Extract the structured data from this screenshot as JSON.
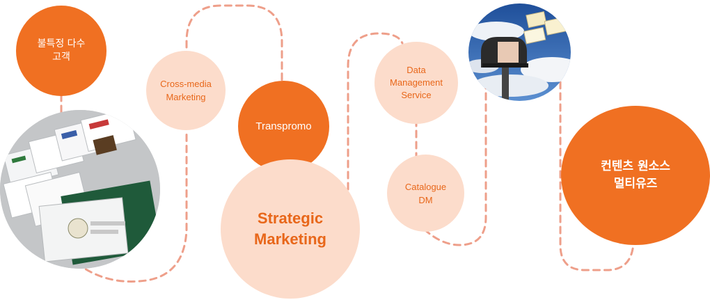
{
  "colors": {
    "accent": "#f07022",
    "light_fill": "#fcdccb",
    "light_text": "#e8671a",
    "dash": "#ee9f8a"
  },
  "nodes": {
    "unspecified": {
      "label": "불특정 다수\n고객"
    },
    "cross_media": {
      "label": "Cross-media\nMarketing"
    },
    "transpromo": {
      "label": "Transpromo"
    },
    "strategic": {
      "label": "Strategic\nMarketing"
    },
    "data_management": {
      "label": "Data\nManagement\nService"
    },
    "catalogue": {
      "label": "Catalogue\nDM"
    },
    "multi_use": {
      "label": "컨텐츠 원소스\n멀티유즈"
    }
  },
  "photos": {
    "envelopes": {
      "icon": "envelopes-photo"
    },
    "mailbox": {
      "icon": "mailbox-photo"
    }
  }
}
